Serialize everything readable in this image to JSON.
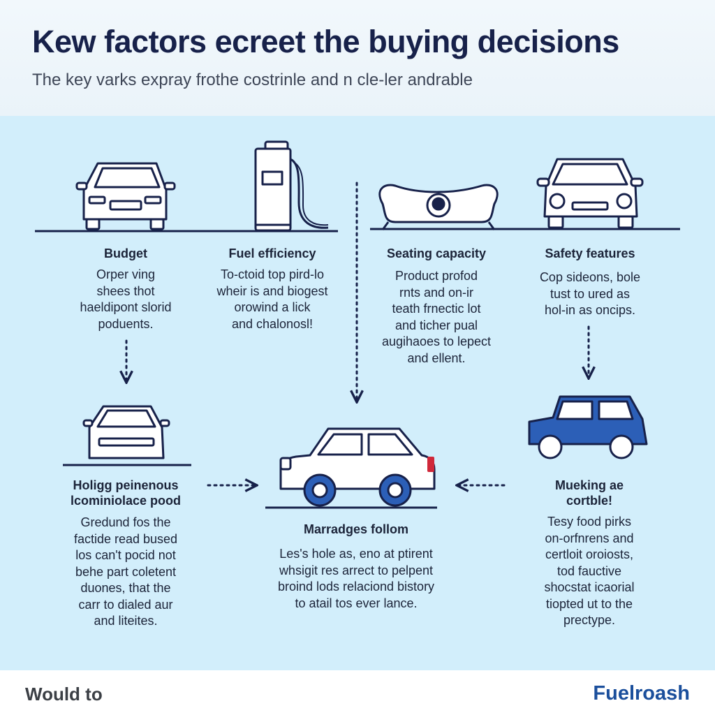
{
  "header": {
    "title": "Kew factors ecreet the buying decisions",
    "subtitle": "The key varks expray frothe costrinle and n cle-ler andrable"
  },
  "factors": [
    {
      "title": "Budget",
      "body": "Orper ving\nshees thot\nhaeldipont slorid\npoduents."
    },
    {
      "title": "Fuel efficiency",
      "body": "To-ctoid top pird-lo\nwheir is and biogest\norowind a lick\nand chalonosl!"
    },
    {
      "title": "Seating capacity",
      "body": "Product profod\nrnts and on-ir\nteath frnectic lot\nand ticher pual\naugihaoes to lepect\nand ellent."
    },
    {
      "title": "Safety features",
      "body": "Cop sideons, bole\ntust to ured as\nhol-in as oncips."
    }
  ],
  "lower": {
    "left": {
      "title": "Holigg peinenous\nlcominiolace pood",
      "body": "Gredund fos the\nfactide read bused\nlos can't pocid not\nbehe part coletent\nduones, that the\ncarr to dialed aur\nand liteites."
    },
    "center": {
      "title": "Marradges follom",
      "body": "Les's hole as, eno at ptirent\nwhsigit res arrect to pelpent\nbroind lods relaciond bistory\nto atail tos ever lance."
    },
    "right": {
      "title": "Mueking ae\ncortble!",
      "body": "Tesy food pirks\non-orfnrens and\ncertloit oroiosts,\ntod fauctive\nshocstat icaorial\ntiopted ut to the\nprectype."
    }
  },
  "footer": {
    "left_text": "Would to",
    "brand": "Fuelroash"
  },
  "colors": {
    "navy": "#17214a",
    "brand_blue": "#1b4f9c",
    "car_blue": "#2c5fb7",
    "panel_bg": "#d2eefb"
  }
}
